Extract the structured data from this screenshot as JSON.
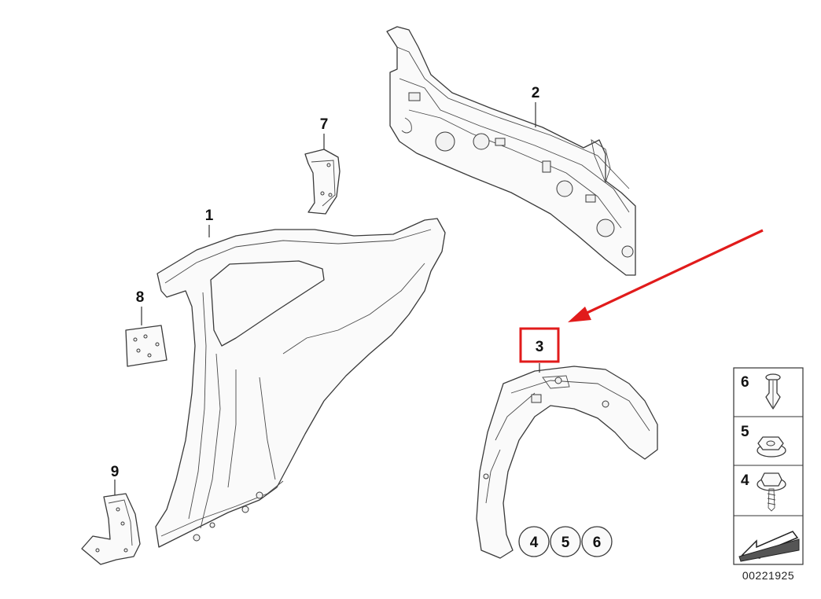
{
  "callouts": {
    "c1": "1",
    "c2": "2",
    "c3": "3",
    "c7": "7",
    "c8": "8",
    "c9": "9"
  },
  "hardware_group": [
    "4",
    "5",
    "6"
  ],
  "legend": {
    "items": [
      {
        "number": "6",
        "icon": "push-rivet-icon"
      },
      {
        "number": "5",
        "icon": "hex-nut-icon"
      },
      {
        "number": "4",
        "icon": "flange-screw-icon"
      }
    ],
    "footer_icon": "direction-arrow-icon"
  },
  "diagram_number": "00221925",
  "colors": {
    "highlight": "#e11b1b",
    "line": "#3a3a3a",
    "background": "#ffffff"
  }
}
